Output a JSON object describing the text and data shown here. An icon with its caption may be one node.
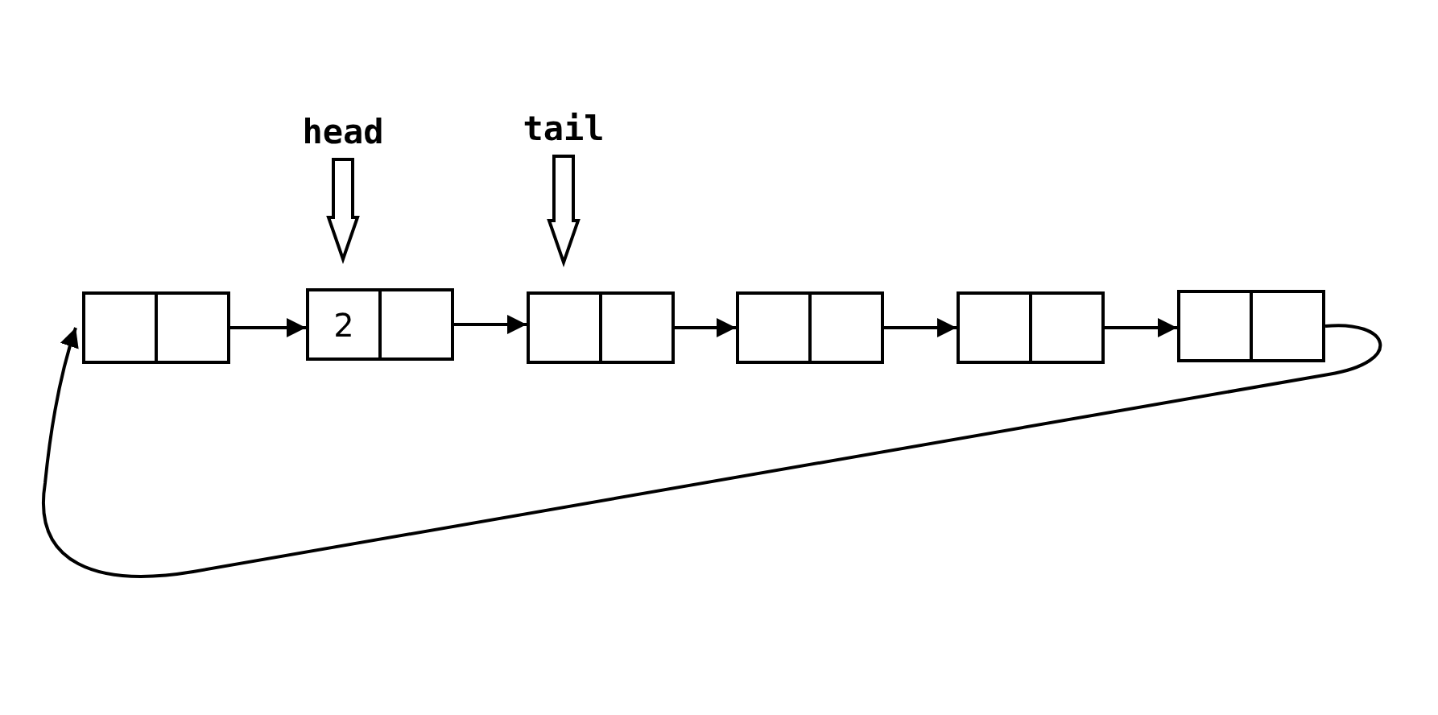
{
  "diagram": {
    "nodes": [
      {
        "text": [
          "head"
        ]
      },
      {
        "text": [
          "tail"
        ]
      },
      {
        "text": [],
        "shape": "box"
      },
      {
        "text": [
          "2"
        ]
      },
      {
        "text": [],
        "shape": "box"
      },
      {
        "text": [],
        "shape": "box"
      },
      {
        "text": [],
        "shape": "box"
      },
      {
        "text": [],
        "shape": "box"
      }
    ],
    "edges": [
      {
        "from": 0,
        "to": 3,
        "arrow": "to",
        "style": "thick"
      },
      {
        "from": 1,
        "to": 4,
        "arrow": "to",
        "style": "thick"
      },
      {
        "from": 2,
        "to": 3,
        "arrow": "to"
      },
      {
        "from": 3,
        "to": 4,
        "arrow": "to"
      },
      {
        "from": 4,
        "to": 5,
        "arrow": "to"
      },
      {
        "from": 5,
        "to": 6,
        "arrow": "to"
      },
      {
        "from": 6,
        "to": 7,
        "arrow": "to"
      },
      {
        "from": 7,
        "to": 2,
        "arrow": "to"
      }
    ]
  }
}
